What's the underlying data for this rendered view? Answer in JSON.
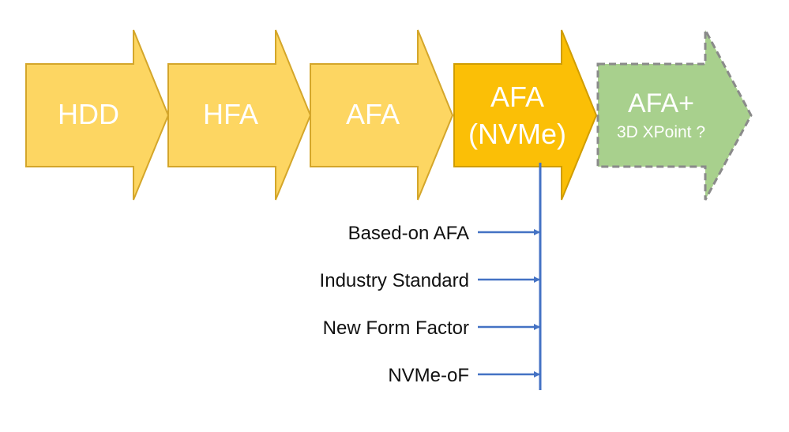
{
  "stages": [
    {
      "label": "HDD",
      "sublabel": "",
      "fill": "#fdd662",
      "stroke": "#d4a62a",
      "style": "solid"
    },
    {
      "label": "HFA",
      "sublabel": "",
      "fill": "#fdd662",
      "stroke": "#d4a62a",
      "style": "solid"
    },
    {
      "label": "AFA",
      "sublabel": "",
      "fill": "#fdd662",
      "stroke": "#d4a62a",
      "style": "solid"
    },
    {
      "label": "AFA",
      "sublabel": "(NVMe)",
      "fill": "#fbbf06",
      "stroke": "#d09d00",
      "style": "solid"
    },
    {
      "label": "AFA+",
      "sublabel": "3D XPoint ?",
      "fill": "#a8d08d",
      "stroke": "#8a8a8a",
      "style": "dashed"
    }
  ],
  "features": [
    {
      "label": "Based-on AFA"
    },
    {
      "label": "Industry Standard"
    },
    {
      "label": "New Form Factor"
    },
    {
      "label": "NVMe-oF"
    }
  ],
  "connector": {
    "color": "#4472c4"
  }
}
